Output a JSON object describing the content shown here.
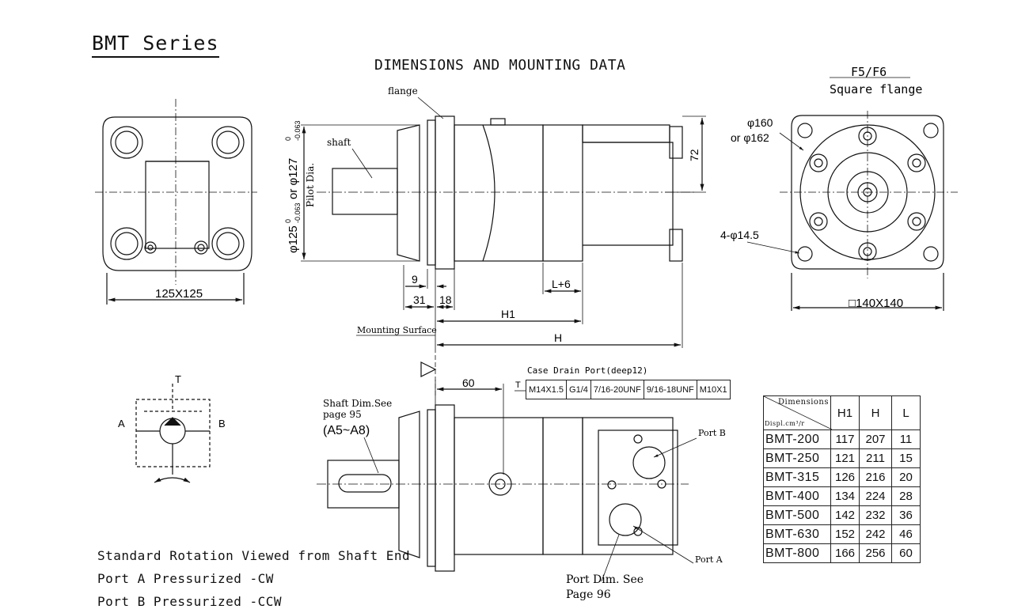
{
  "header": {
    "series_title": "BMT Series",
    "main_title": "DIMENSIONS AND MOUNTING DATA"
  },
  "labels": {
    "flange": "flange",
    "shaft": "shaft",
    "pilot_dia": "Pilot Dia.",
    "pilot_dim_main": "φ125",
    "pilot_dim_tol1_top": "0",
    "pilot_dim_tol1_bot": "-0.063",
    "pilot_dim_or": "or φ127",
    "pilot_dim_tol2_top": "0",
    "pilot_dim_tol2_bot": "-0.063",
    "dim_72": "72",
    "dim_9": "9",
    "dim_31": "31",
    "dim_18": "18",
    "dim_l6": "L+6",
    "dim_h1": "H1",
    "dim_h": "H",
    "mounting_surface": "Mounting Surface",
    "flange_type": "F5/F6",
    "flange_name": "Square flange",
    "phi160": "φ160",
    "phi162": "or φ162",
    "holes": "4-φ14.5",
    "square": "□140X140",
    "front_size": "125X125",
    "dim_60": "60",
    "t_label": "T",
    "case_drain_title": "Case Drain Port(deep12)",
    "shaft_dim_1": "Shaft Dim.See",
    "shaft_dim_2": "page 95",
    "shaft_dim_3": "(A5~A8)",
    "port_b": "Port B",
    "port_a": "Port A",
    "port_dim_1": "Port Dim. See",
    "port_dim_2": "Page 96",
    "sym_t": "T",
    "sym_a": "A",
    "sym_b": "B"
  },
  "case_drain_ports": [
    "M14X1.5",
    "G1/4",
    "7/16-20UNF",
    "9/16-18UNF",
    "M10X1"
  ],
  "rotation_notes": {
    "line1": "Standard Rotation Viewed from Shaft End",
    "line2": "Port A Pressurized -CW",
    "line3": "Port B Pressurized -CCW"
  },
  "dim_table": {
    "corner_top": "Dimensions",
    "corner_bottom": "Displ.cm³/r",
    "headers": [
      "H1",
      "H",
      "L"
    ],
    "rows": [
      {
        "model": "BMT-200",
        "h1": "117",
        "h": "207",
        "l": "11"
      },
      {
        "model": "BMT-250",
        "h1": "121",
        "h": "211",
        "l": "15"
      },
      {
        "model": "BMT-315",
        "h1": "126",
        "h": "216",
        "l": "20"
      },
      {
        "model": "BMT-400",
        "h1": "134",
        "h": "224",
        "l": "28"
      },
      {
        "model": "BMT-500",
        "h1": "142",
        "h": "232",
        "l": "36"
      },
      {
        "model": "BMT-630",
        "h1": "152",
        "h": "242",
        "l": "46"
      },
      {
        "model": "BMT-800",
        "h1": "166",
        "h": "256",
        "l": "60"
      }
    ]
  }
}
